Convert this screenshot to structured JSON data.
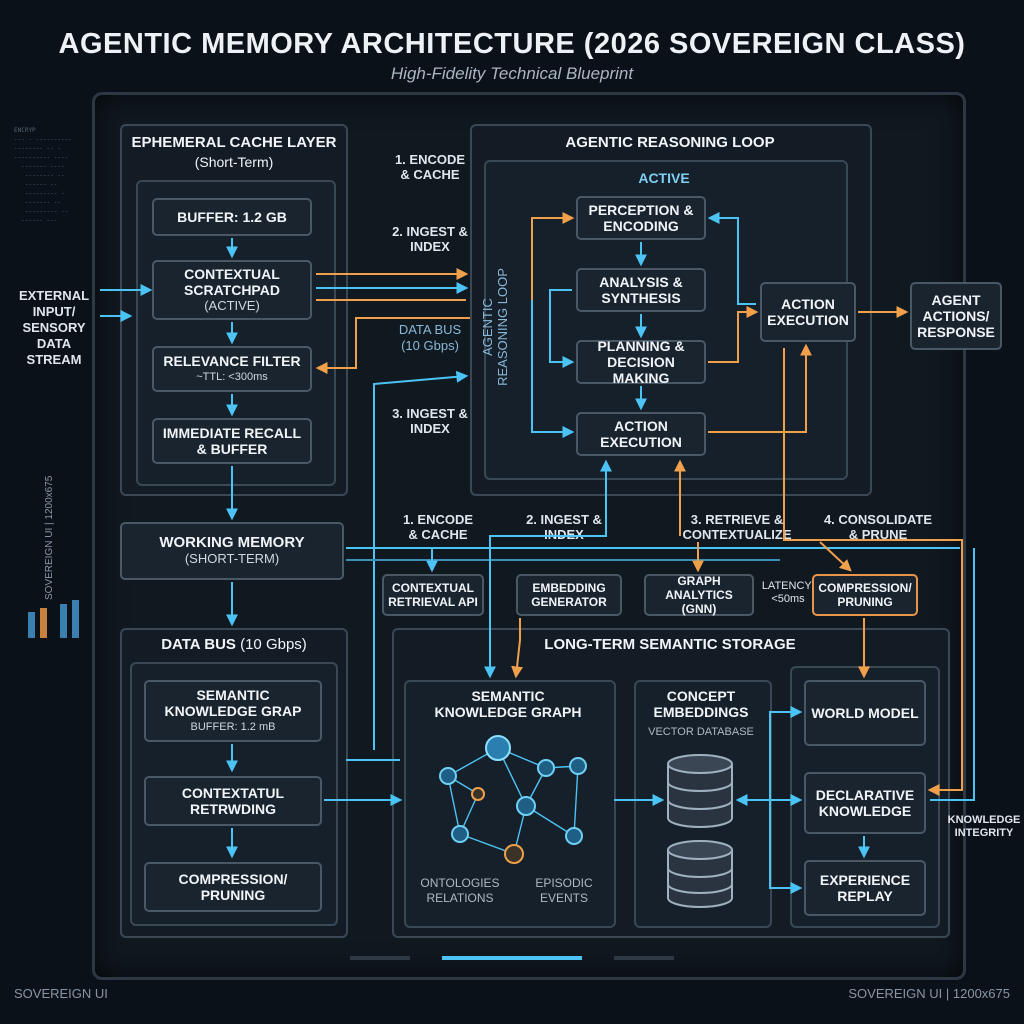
{
  "header": {
    "title": "AGENTIC MEMORY ARCHITECTURE (2026 SOVEREIGN CLASS)",
    "subtitle": "High-Fidelity Technical Blueprint"
  },
  "external_input": "EXTERNAL INPUT/ SENSORY DATA STREAM",
  "agent_output": "AGENT ACTIONS/ RESPONSE",
  "knowledge_integrity": "KNOWLEDGE INTEGRITY",
  "side_label": "SOVEREIGN UI | 1200x675",
  "ephemeral": {
    "title": "EPHEMERAL CACHE LAYER",
    "subtitle": "(Short-Term)",
    "buffer": "BUFFER: 1.2 GB",
    "scratchpad": "CONTEXTUAL SCRATCHPAD",
    "scratchpad_sub": "(ACTIVE)",
    "filter": "RELEVANCE FILTER",
    "filter_sub": "~TTL: <300ms",
    "recall": "IMMEDIATE RECALL & BUFFER"
  },
  "middle_labels": {
    "encode1": "1. ENCODE & CACHE",
    "ingest2": "2. INGEST & INDEX",
    "databus": "DATA BUS",
    "databus_sub": "(10 Gbps)",
    "ingest3": "3. INGEST & INDEX"
  },
  "loop": {
    "title": "AGENTIC REASONING LOOP",
    "active": "ACTIVE",
    "vertical_a": "AGENTIC",
    "vertical_b": "REASONING LOOP",
    "perception": "PERCEPTION & ENCODING",
    "analysis": "ANALYSIS & SYNTHESIS",
    "planning": "PLANNING & DECISION MAKING",
    "action_inner": "ACTION EXECUTION",
    "action_outer": "ACTION EXECUTION"
  },
  "working": {
    "title": "WORKING MEMORY",
    "subtitle": "(SHORT-TERM)"
  },
  "row_labels": {
    "encode": "1. ENCODE & CACHE",
    "ingest": "2. INGEST & INDEX",
    "retrieve": "3. RETRIEVE & CONTEXTUALIZE",
    "consolidate": "4. CONSOLIDATE & PRUNE",
    "latency": "LATENCY: <50ms"
  },
  "services": {
    "retrieval_api": "CONTEXTUAL RETRIEVAL API",
    "embedding_gen": "EMBEDDING GENERATOR",
    "graph_analytics": "GRAPH ANALYTICS (GNN)",
    "compression": "COMPRESSION/ PRUNING"
  },
  "databus_panel": {
    "title": "DATA BUS",
    "title_sub": "(10 Gbps)",
    "sem_graph": "SEMANTIC KNOWLEDGE GRAP",
    "sem_graph_sub": "BUFFER: 1.2 mB",
    "retrwding": "CONTEXTATUL RETRWDING",
    "compression": "COMPRESSION/ PRUNING"
  },
  "longterm": {
    "title": "LONG-TERM SEMANTIC STORAGE",
    "kg_title": "SEMANTIC KNOWLEDGE GRAPH",
    "ontologies": "ONTOLOGIES RELATIONS",
    "episodic": "EPISODIC EVENTS",
    "concept_title": "CONCEPT EMBEDDINGS",
    "vector_db": "VECTOR DATABASE",
    "world_model": "WORLD MODEL",
    "declarative": "DECLARATIVE KNOWLEDGE",
    "experience": "EXPERIENCE REPLAY"
  },
  "footer": {
    "left": "SOVEREIGN UI",
    "right": "SOVEREIGN UI | 1200x675"
  },
  "colors": {
    "blue": "#4cc3f5",
    "orange": "#f0a04b",
    "background": "#0b1118"
  }
}
